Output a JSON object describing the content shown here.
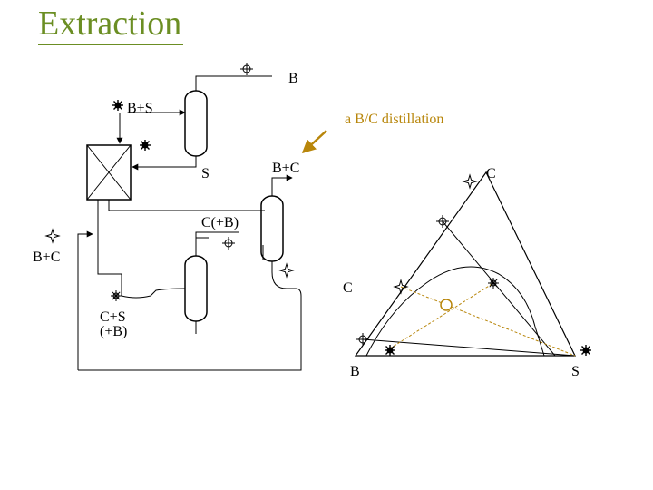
{
  "slide": {
    "title": "Extraction"
  },
  "flowsheet": {
    "labels": {
      "top_product": "B",
      "feed_b_s": "B+S",
      "solvent": "S",
      "mid_stream": "B+C",
      "c_plus_b": "C(+B)",
      "feed_b_c": "B+C",
      "bottom_c_s": "C+S",
      "bottom_c_s_sub": "(+B)"
    }
  },
  "annotation": {
    "text": "a B/C distillation",
    "color": "#b8860b"
  },
  "ternary": {
    "vertices": {
      "top": "C",
      "left": "B",
      "right": "S"
    },
    "mid_label": "C"
  },
  "colors": {
    "title": "#6b8e23",
    "accent": "#b8860b",
    "line": "#000000"
  },
  "markers": [
    "crosshair-circle",
    "starburst",
    "four-point-star",
    "snowflake"
  ]
}
